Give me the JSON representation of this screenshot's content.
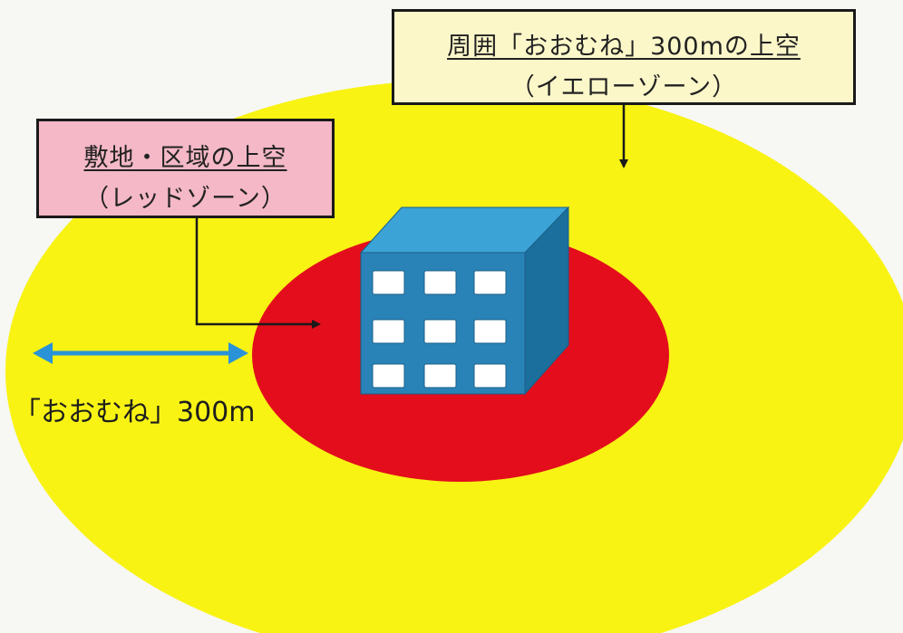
{
  "colors": {
    "yellow_zone": "#f8f313",
    "red_zone": "#e30d1c",
    "building_front": "#2a83b7",
    "building_side": "#1b6f9c",
    "building_top": "#3ba3d6",
    "distance_arrow": "#2a93d8",
    "red_label_bg": "#f4b8c6",
    "yellow_label_bg": "#fcf7c9"
  },
  "red_zone_label": {
    "title": "敷地・区域の上空",
    "subtitle": "（レッドゾーン）"
  },
  "yellow_zone_label": {
    "title": "周囲「おおむね」300mの上空",
    "subtitle": "（イエローゾーン）"
  },
  "distance_label": "「おおむね」300m",
  "icons": {
    "building": "building-icon",
    "distance_arrow": "double-headed-arrow"
  }
}
